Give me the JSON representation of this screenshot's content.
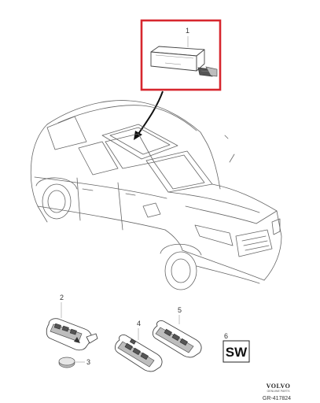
{
  "callouts": {
    "part1": "1",
    "part2": "2",
    "part3": "3",
    "part4": "4",
    "part5": "5",
    "part6": "6"
  },
  "sw_label": "SW",
  "brand": {
    "name": "VOLVO",
    "subtext": "GENUINE PARTS"
  },
  "reference": "GR-417824",
  "colors": {
    "highlight_frame": "#d7262e",
    "line_art": "#666666"
  }
}
